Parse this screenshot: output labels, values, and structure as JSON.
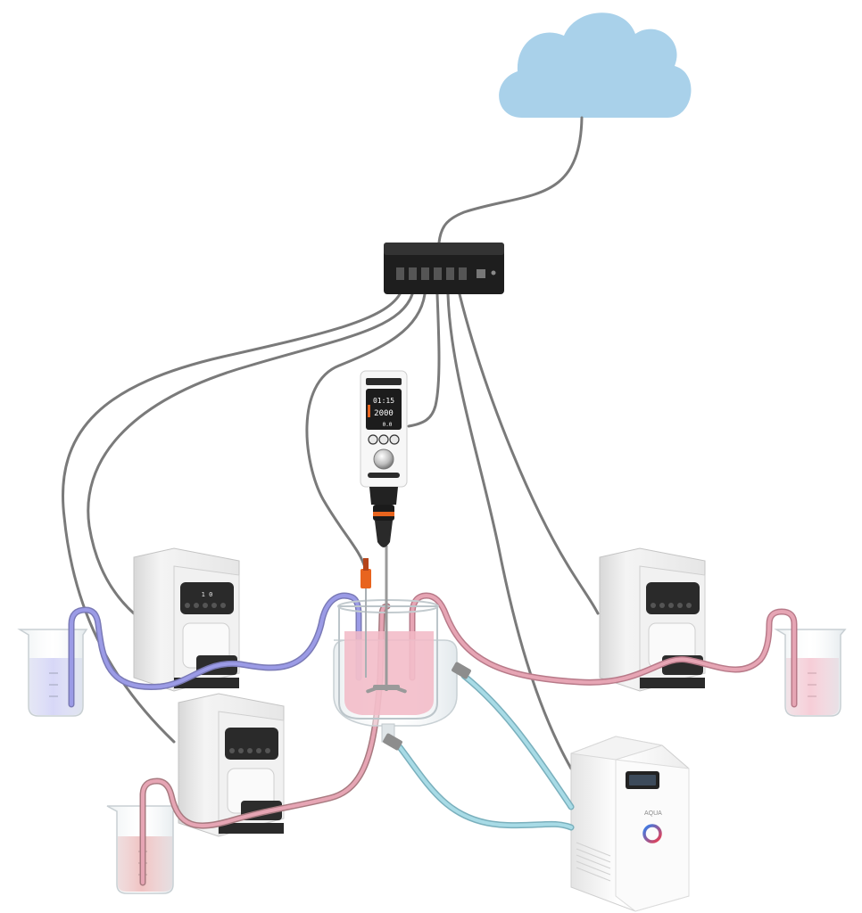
{
  "colors": {
    "cloud": "#a9d1ea",
    "cable": "#7a7a7a",
    "tube_purple": "#9b9be6",
    "tube_pink": "#e6a5b4",
    "tube_blue": "#a8dbe6",
    "liquid_purple": "#c6c6f4",
    "liquid_pink": "#f2b8c6",
    "liquid_red": "#e9a9a9",
    "accent_orange": "#e8641e"
  },
  "stirrer": {
    "time_value": "01:15",
    "speed_value": "2000",
    "small_value": "0.0"
  },
  "pump_display": {
    "value": "1 0"
  },
  "chiller": {
    "brand": "AQUA"
  },
  "components": [
    {
      "name": "cloud"
    },
    {
      "name": "hub"
    },
    {
      "name": "overhead-stirrer"
    },
    {
      "name": "pump-left-top"
    },
    {
      "name": "pump-left-bottom"
    },
    {
      "name": "pump-right"
    },
    {
      "name": "reactor"
    },
    {
      "name": "chiller"
    },
    {
      "name": "beaker-purple"
    },
    {
      "name": "beaker-red"
    },
    {
      "name": "beaker-pink"
    }
  ]
}
